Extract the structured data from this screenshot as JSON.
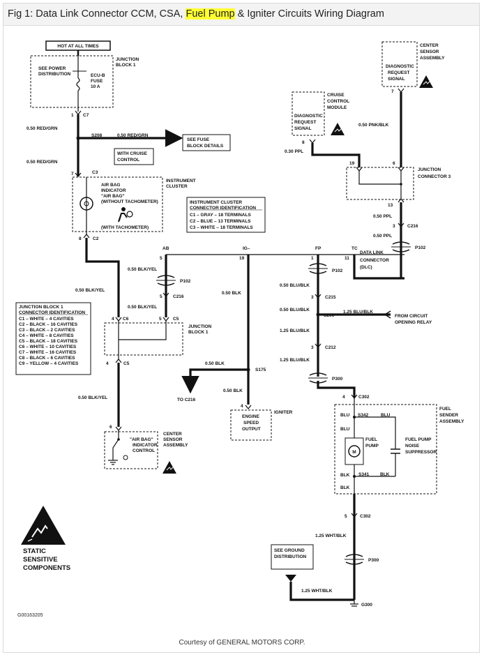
{
  "caption": {
    "prefix": "Fig 1: Data Link Connector CCM, CSA, ",
    "highlight": "Fuel Pump",
    "suffix": " & Igniter Circuits Wiring Diagram",
    "highlight_color": "#ffff33"
  },
  "credit": "Courtesy of GENERAL MOTORS CORP.",
  "figure_id": "G00163205",
  "static_warning": [
    "STATIC",
    "SENSITIVE",
    "COMPONENTS"
  ],
  "labels": {
    "hot": "HOT AT ALL TIMES",
    "jb1_title": [
      "JUNCTION",
      "BLOCK 1"
    ],
    "see_power": [
      "SEE POWER",
      "DISTRIBUTION"
    ],
    "fuse": [
      "ECU-B",
      "FUSE",
      "10 A"
    ],
    "c7": "C7",
    "pin1": "1",
    "w_red_grn_1": "0.50 RED/GRN",
    "s208": "S208",
    "w_red_grn_2": "0.50 RED/GRN",
    "see_fuse": [
      "SEE FUSE",
      "BLOCK DETAILS"
    ],
    "cruise_box": [
      "WITH CRUISE",
      "CONTROL"
    ],
    "w_red_grn_3": "0.50 RED/GRN",
    "pin7": "7",
    "c3": "C3",
    "ic_title": [
      "INSTRUMENT",
      "CLUSTER"
    ],
    "airbag": [
      "AIR BAG",
      "INDICATOR",
      "\"AIR BAG\"",
      "(WITHOUT TACHOMETER)"
    ],
    "with_tach": "(WITH TACHOMETER)",
    "ic_ident": [
      "INSTRUMENT CLUSTER",
      "CONNECTOR IDENTIFICATION",
      "C1 – GRAY – 18 TERMINALS",
      "C2 – BLUE – 13 TERMINALS",
      "C3 – WHITE – 18 TERMINALS"
    ],
    "pin8": "8",
    "c2": "C2",
    "w_blk_yel_1": "0.50 BLK/YEL",
    "w_blk_yel_2": "0.50 BLK/YEL",
    "w_blk_yel_3": "0.50 BLK/YEL",
    "w_blk_yel_4": "0.50 BLK/YEL",
    "jb1_ident": [
      "JUNCTION BLOCK 1",
      "CONNECTOR IDENTIFICATION",
      "C1 – WHITE – 4 CAVITIES",
      "C2 – BLACK – 16 CAVITIES",
      "C3 – BLACK – 2 CAVITIES",
      "C4 – WHITE – 8 CAVITIES",
      "C5 – BLACK – 18 CAVITIES",
      "C6 – WHITE – 10 CAVITIES",
      "C7 – WHITE – 16 CAVITIES",
      "C8 – BLACK – 6 CAVITIES",
      "C9 – YELLOW – 4 CAVITIES"
    ],
    "ab": "AB",
    "pin5a": "5",
    "p102a": "P102",
    "pin5b": "5",
    "c216a": "C216",
    "pin4a": "4",
    "c6": "C6",
    "pin5c": "5",
    "c5a": "C5",
    "jb1_title2": [
      "JUNCTION",
      "BLOCK 1"
    ],
    "pin4b": "4",
    "c5b": "C5",
    "pin6": "6",
    "csa_box": [
      "\"AIR BAG\"",
      "INDICATOR",
      "CONTROL"
    ],
    "csa_title": [
      "CENTER",
      "SENSOR",
      "ASSEMBLY"
    ],
    "ig": "IG–",
    "pin19": "19",
    "w_blk_1": "0.50 BLK",
    "w_blk_2": "0.50 BLK",
    "s175": "S175",
    "to_c216": "TO C216",
    "w_blk_3": "0.50 BLK",
    "pin4c": "4",
    "igniter_box": [
      "ENGINE",
      "SPEED",
      "OUTPUT"
    ],
    "igniter": "IGNITER",
    "fp": "FP",
    "tc": "TC",
    "pin1b": "1",
    "pin11": "11",
    "p102b": "P102",
    "dlc": [
      "DATA LINK",
      "CONNECTOR",
      "(DLC)"
    ],
    "w_blu_blk_1": "0.50 BLU/BLK",
    "pin3a": "3",
    "c215": "C215",
    "w_blu_blk_2": "0.50 BLU/BLK",
    "s206": "S206",
    "w_blu_blk_3": "1.25 BLU/BLK",
    "from_relay": [
      "FROM CIRCUIT",
      "OPENING RELAY"
    ],
    "w_blu_blk_4": "1.25 BLU/BLK",
    "pin3b": "3",
    "c212": "C212",
    "w_blu_blk_5": "1.25 BLU/BLK",
    "p300a": "P300",
    "pin4d": "4",
    "c302a": "C302",
    "fuel_sender": [
      "FUEL",
      "SENDER",
      "ASSEMBLY"
    ],
    "blu1": "BLU",
    "s342": "S342",
    "blu2": "BLU",
    "blu3": "BLU",
    "fuel_pump": [
      "FUEL",
      "PUMP"
    ],
    "suppressor": [
      "FUEL PUMP",
      "NOISE",
      "SUPPRESSOR"
    ],
    "blk1": "BLK",
    "s341": "S341",
    "blk2": "BLK",
    "blk3": "BLK",
    "pin5d": "5",
    "c302b": "C302",
    "w_wht_blk_1": "1.25 WHT/BLK",
    "see_ground": [
      "SEE GROUND",
      "DISTRIBUTION"
    ],
    "p300b": "P300",
    "w_wht_blk_2": "1.25 WHT/BLK",
    "g300": "G300",
    "ccm_title": [
      "CRUISE",
      "CONTROL",
      "MODULE"
    ],
    "diag_box1": [
      "DIAGNOSTIC",
      "REQUEST",
      "SIGNAL"
    ],
    "pin8b": "8",
    "w_ppl_1": "0.30 PPL",
    "w_pnk_blk": "0.50 PNK/BLK",
    "csa_top_title": [
      "CENTER",
      "SENSOR",
      "ASSEMBLY"
    ],
    "diag_box2": [
      "DIAGNOSTIC",
      "REQUEST",
      "SIGNAL"
    ],
    "pin7b": "7",
    "pin19b": "19",
    "pin6b": "6",
    "jc3": [
      "JUNCTION",
      "CONNECTOR 3"
    ],
    "pin13": "13",
    "w_ppl_2": "0.50 PPL",
    "pin3c": "3",
    "c216b": "C216",
    "w_ppl_3": "0.50 PPL",
    "p102c": "P102"
  }
}
